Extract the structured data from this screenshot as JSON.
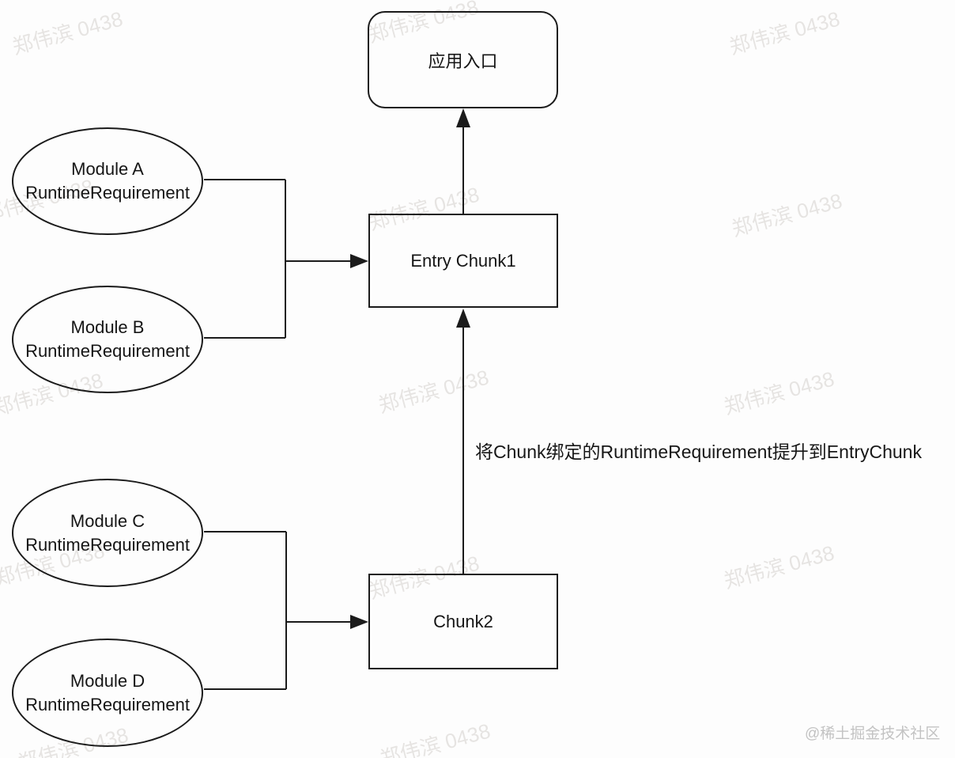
{
  "diagram": {
    "nodes": {
      "app_entry": {
        "label": "应用入口"
      },
      "entry_chunk1": {
        "label": "Entry Chunk1"
      },
      "chunk2": {
        "label": "Chunk2"
      },
      "module_a": {
        "name": "Module A",
        "requirement": "RuntimeRequirement"
      },
      "module_b": {
        "name": "Module B",
        "requirement": "RuntimeRequirement"
      },
      "module_c": {
        "name": "Module C",
        "requirement": "RuntimeRequirement"
      },
      "module_d": {
        "name": "Module D",
        "requirement": "RuntimeRequirement"
      }
    },
    "annotation": {
      "text": "将Chunk绑定的RuntimeRequirement提升到EntryChunk"
    },
    "connections": [
      {
        "from": "Module A RuntimeRequirement",
        "to": "Entry Chunk1",
        "type": "arrow"
      },
      {
        "from": "Module B RuntimeRequirement",
        "to": "Entry Chunk1",
        "type": "arrow"
      },
      {
        "from": "Entry Chunk1",
        "to": "应用入口",
        "type": "arrow"
      },
      {
        "from": "Module C RuntimeRequirement",
        "to": "Chunk2",
        "type": "arrow"
      },
      {
        "from": "Module D RuntimeRequirement",
        "to": "Chunk2",
        "type": "arrow"
      },
      {
        "from": "Chunk2",
        "to": "Entry Chunk1",
        "type": "arrow",
        "label": "将Chunk绑定的RuntimeRequirement提升到EntryChunk"
      }
    ],
    "colors": {
      "stroke": "#1b1b1b",
      "background": "#fdfdfd",
      "watermark": "#eae7e4",
      "attribution": "#c3c3c3"
    }
  },
  "watermark": {
    "text": "郑伟滨 0438"
  },
  "attribution": {
    "text": "@稀土掘金技术社区"
  }
}
